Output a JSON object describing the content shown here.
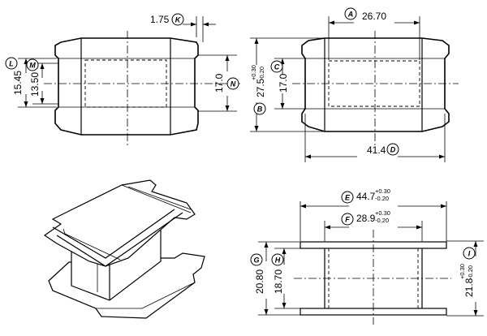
{
  "views": {
    "top_left": {
      "dims": {
        "flange_gap": "1.75",
        "outer_height": "15.45",
        "inner_height": "13.50",
        "window_height": "17.0"
      },
      "tags": {
        "flange_gap": "K",
        "outer_height": "L",
        "inner_height": "M",
        "window_height": "N"
      }
    },
    "top_right": {
      "dims": {
        "window_length": "26.70",
        "overall_height": "27.5",
        "overall_height_tol_upper": "+0.30",
        "overall_height_tol_lower": "-0.20",
        "core_height": "17.0",
        "overall_length": "41.4"
      },
      "tags": {
        "window_length": "A",
        "overall_height": "B",
        "core_height": "C",
        "overall_length": "D"
      }
    },
    "bottom_right": {
      "dims": {
        "flange_length": "44.7",
        "flange_length_tol_upper": "+0.30",
        "flange_length_tol_lower": "-0.20",
        "winding_length": "28.9",
        "winding_length_tol_upper": "+0.30",
        "winding_length_tol_lower": "-0.20",
        "outer_height": "20.80",
        "inner_height": "18.70",
        "overall_height": "21.8",
        "overall_height_tol_upper": "+0.30",
        "overall_height_tol_lower": "-0.20"
      },
      "tags": {
        "flange_length": "E",
        "winding_length": "F",
        "outer_height": "G",
        "inner_height": "H",
        "overall_height": "I"
      }
    }
  }
}
